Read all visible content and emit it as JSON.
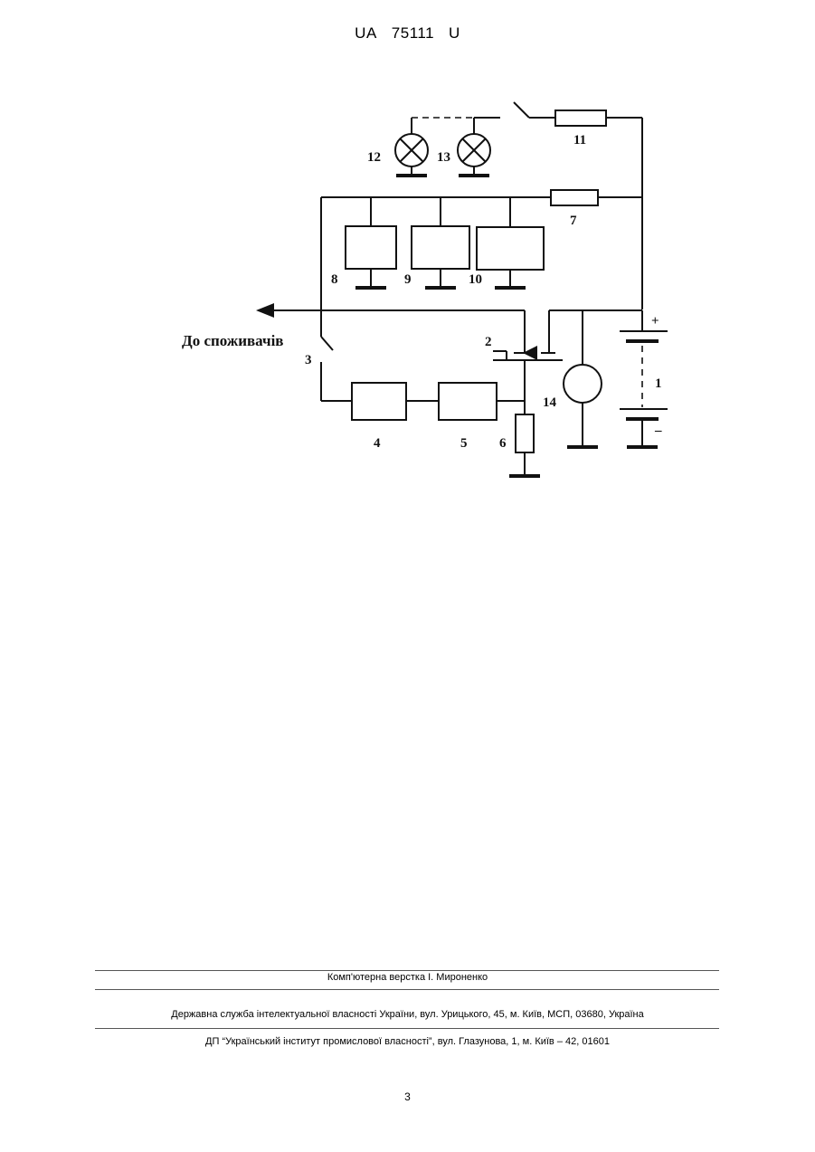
{
  "header": {
    "country": "UA",
    "number": "75111",
    "kind": "U"
  },
  "diagram": {
    "consumer_label": "До споживачів",
    "positive_label": "+",
    "negative_label": "–",
    "labels": {
      "n1": "1",
      "n2": "2",
      "n3": "3",
      "n4": "4",
      "n5": "5",
      "n6": "6",
      "n7": "7",
      "n8": "8",
      "n9": "9",
      "n10": "10",
      "n11": "11",
      "n12": "12",
      "n13": "13",
      "n14": "14"
    }
  },
  "footer": {
    "layout_credit": "Комп'ютерна верстка І. Мироненко",
    "agency": "Державна служба інтелектуальної власності України, вул. Урицького, 45, м. Київ, МСП, 03680, Україна",
    "institute": "ДП “Український інститут промислової власності”, вул. Глазунова, 1, м. Київ – 42, 01601"
  },
  "page_number": "3"
}
